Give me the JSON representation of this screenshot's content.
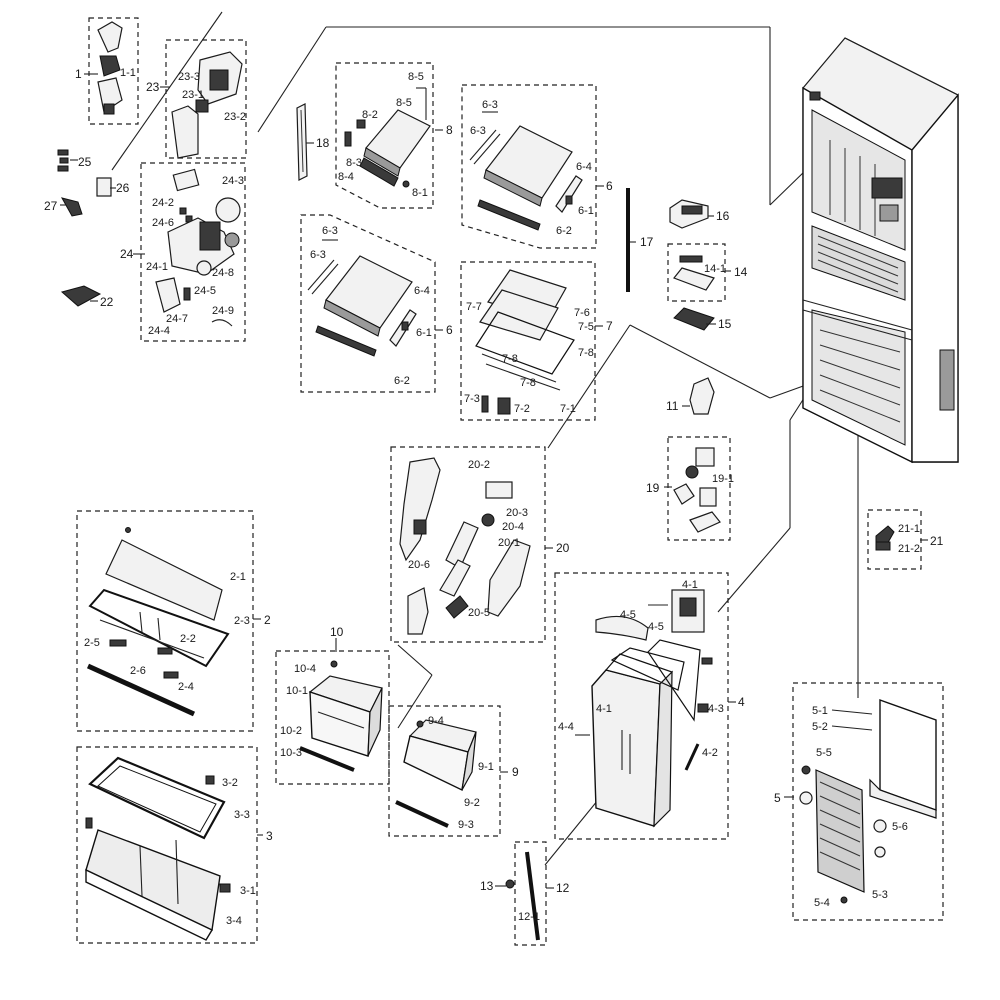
{
  "labels": {
    "l1": "1",
    "l1_1": "1-1",
    "l2": "2",
    "l2_1": "2-1",
    "l2_2": "2-2",
    "l2_3": "2-3",
    "l2_4": "2-4",
    "l2_5": "2-5",
    "l2_6": "2-6",
    "l3": "3",
    "l3_1": "3-1",
    "l3_2": "3-2",
    "l3_3": "3-3",
    "l3_4": "3-4",
    "l4": "4",
    "l4_1": "4-1",
    "l4_2": "4-2",
    "l4_3": "4-3",
    "l4_4": "4-4",
    "l4_5": "4-5",
    "l5": "5",
    "l5_1": "5-1",
    "l5_2": "5-2",
    "l5_3": "5-3",
    "l5_4": "5-4",
    "l5_5": "5-5",
    "l5_6": "5-6",
    "l6": "6",
    "l6_1": "6-1",
    "l6_2": "6-2",
    "l6_3": "6-3",
    "l6_4": "6-4",
    "l6b": "6",
    "l6b_1": "6-1",
    "l6b_2": "6-2",
    "l6b_3": "6-3",
    "l6b_4": "6-4",
    "l7": "7",
    "l7_1": "7-1",
    "l7_2": "7-2",
    "l7_3": "7-3",
    "l7_5": "7-5",
    "l7_6": "7-6",
    "l7_7": "7-7",
    "l7_8": "7-8",
    "l8": "8",
    "l8_1": "8-1",
    "l8_2": "8-2",
    "l8_3": "8-3",
    "l8_4": "8-4",
    "l8_5": "8-5",
    "l9": "9",
    "l9_1": "9-1",
    "l9_2": "9-2",
    "l9_3": "9-3",
    "l9_4": "9-4",
    "l10": "10",
    "l10_1": "10-1",
    "l10_2": "10-2",
    "l10_3": "10-3",
    "l10_4": "10-4",
    "l11": "11",
    "l12": "12",
    "l12_1": "12-1",
    "l13": "13",
    "l14": "14",
    "l14_1": "14-1",
    "l15": "15",
    "l16": "16",
    "l17": "17",
    "l18": "18",
    "l19": "19",
    "l19_1": "19-1",
    "l20": "20",
    "l20_1": "20-1",
    "l20_2": "20-2",
    "l20_3": "20-3",
    "l20_4": "20-4",
    "l20_5": "20-5",
    "l20_6": "20-6",
    "l21": "21",
    "l21_1": "21-1",
    "l21_2": "21-2",
    "l22": "22",
    "l23": "23",
    "l23_1": "23-1",
    "l23_2": "23-2",
    "l23_3": "23-3",
    "l24": "24",
    "l24_1": "24-1",
    "l24_2": "24-2",
    "l24_3": "24-3",
    "l24_4": "24-4",
    "l24_5": "24-5",
    "l24_6": "24-6",
    "l24_7": "24-7",
    "l24_8": "24-8",
    "l24_9": "24-9",
    "l25": "25",
    "l26": "26",
    "l27": "27"
  }
}
